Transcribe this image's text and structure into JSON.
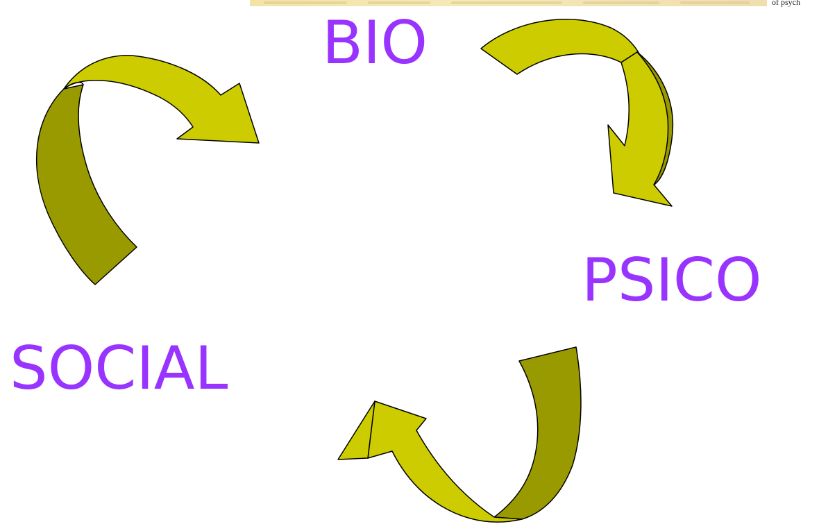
{
  "nodes": {
    "bio": "BIO",
    "psico": "PSICO",
    "social": "SOCIAL"
  },
  "header_fragment": "of psych",
  "colors": {
    "label": "#9933ff",
    "arrow_light": "#cccc00",
    "arrow_dark": "#999900",
    "outline": "#000000",
    "strip": "#f3e3a6"
  },
  "icons": [
    "curved-arrow-icon"
  ]
}
